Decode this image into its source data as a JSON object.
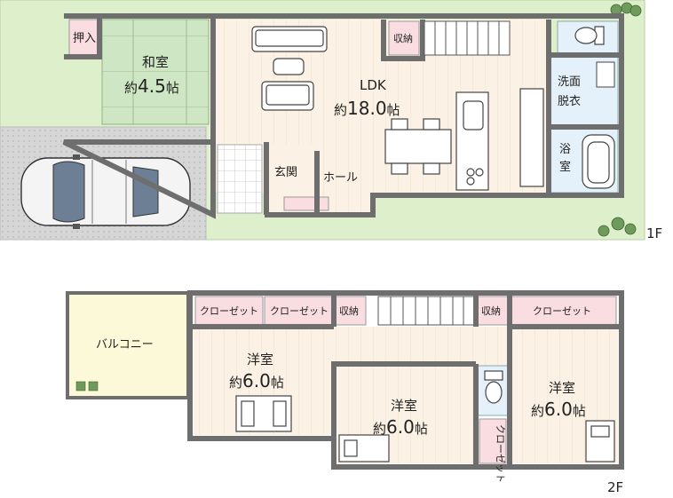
{
  "floors": {
    "first": {
      "label": "1F",
      "rooms": {
        "washitsu": {
          "name": "和室",
          "size_prefix": "約",
          "size_num": "4.5",
          "size_unit": "帖"
        },
        "oshiire": "押入",
        "ldk": {
          "name": "LDK",
          "size_prefix": "約",
          "size_num": "18.0",
          "size_unit": "帖"
        },
        "storage": "収納",
        "wash_top": "洗面",
        "wash_bottom": "脱衣",
        "bath_top": "浴",
        "bath_bottom": "室",
        "genkan": "玄関",
        "hall": "ホール"
      }
    },
    "second": {
      "label": "2F",
      "rooms": {
        "balcony": "バルコニー",
        "closet_a": "クローゼット",
        "closet_b": "クローゼット",
        "storage_a": "収納",
        "storage_b": "収納",
        "closet_c": "クローゼット",
        "closet_d": "クローゼット",
        "west": {
          "name": "洋室",
          "size_prefix": "約",
          "size_num": "6.0",
          "size_unit": "帖"
        },
        "center": {
          "name": "洋室",
          "size_prefix": "約",
          "size_num": "6.0",
          "size_unit": "帖"
        },
        "east": {
          "name": "洋室",
          "size_prefix": "約",
          "size_num": "6.0",
          "size_unit": "帖"
        }
      }
    }
  },
  "colors": {
    "wall": "#6e6e6e",
    "floor": "#fbf1e4",
    "tatami": "#cfe6c4",
    "closet": "#f9dde0",
    "lawn": "#ddefcb",
    "parking": "#d9d9d9",
    "balcony": "#fbf9d8",
    "wet": "#e4f1fb"
  },
  "icons": [
    "car-icon",
    "sofa-icon",
    "dining-table-icon",
    "bed-icon",
    "toilet-icon",
    "bathtub-icon",
    "stairs-icon",
    "kitchen-icon",
    "shrub-icon"
  ]
}
